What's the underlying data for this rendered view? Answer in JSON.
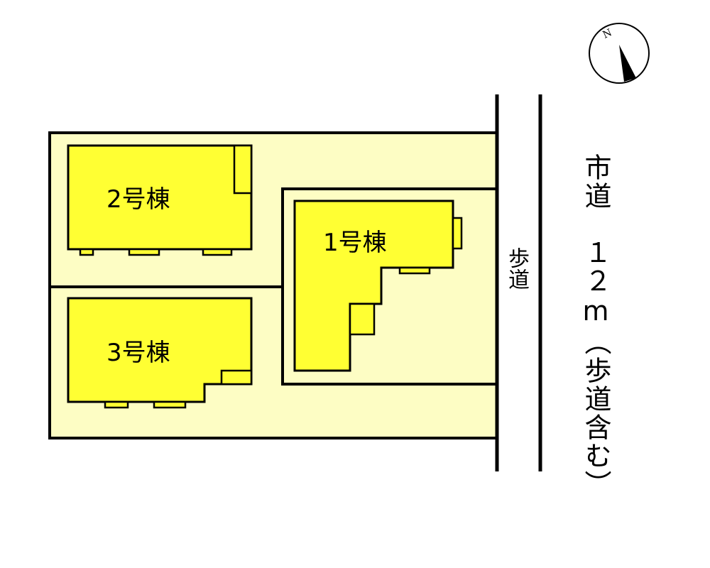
{
  "site_plan": {
    "buildings": [
      {
        "id": "1",
        "label": "1号棟"
      },
      {
        "id": "2",
        "label": "2号棟"
      },
      {
        "id": "3",
        "label": "3号棟"
      }
    ],
    "walkway_label": "歩道",
    "road_label": "市道　１２m（歩道含む）",
    "compass_letter": "N",
    "colors": {
      "lot_fill": "#fdfdc4",
      "building_fill": "#ffff33",
      "outline": "#000000"
    }
  }
}
